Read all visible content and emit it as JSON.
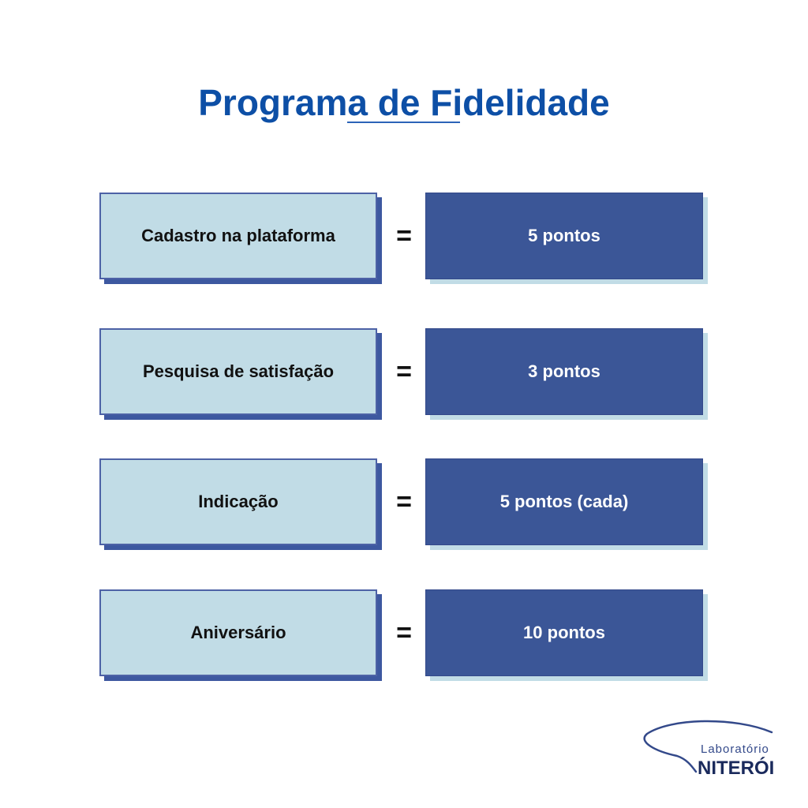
{
  "title": "Programa de Fidelidade",
  "equals": "=",
  "rows": [
    {
      "activity": "Cadastro na plataforma",
      "points": "5 pontos"
    },
    {
      "activity": "Pesquisa de satisfação",
      "points": "3 pontos"
    },
    {
      "activity": "Indicação",
      "points": "5 pontos (cada)"
    },
    {
      "activity": "Aniversário",
      "points": "10 pontos"
    }
  ],
  "logo": {
    "line1": "Laboratório",
    "line2": "NITERÓI"
  },
  "colors": {
    "title": "#0d4fa6",
    "left_box": "#c1dce6",
    "right_box": "#3b5697"
  }
}
